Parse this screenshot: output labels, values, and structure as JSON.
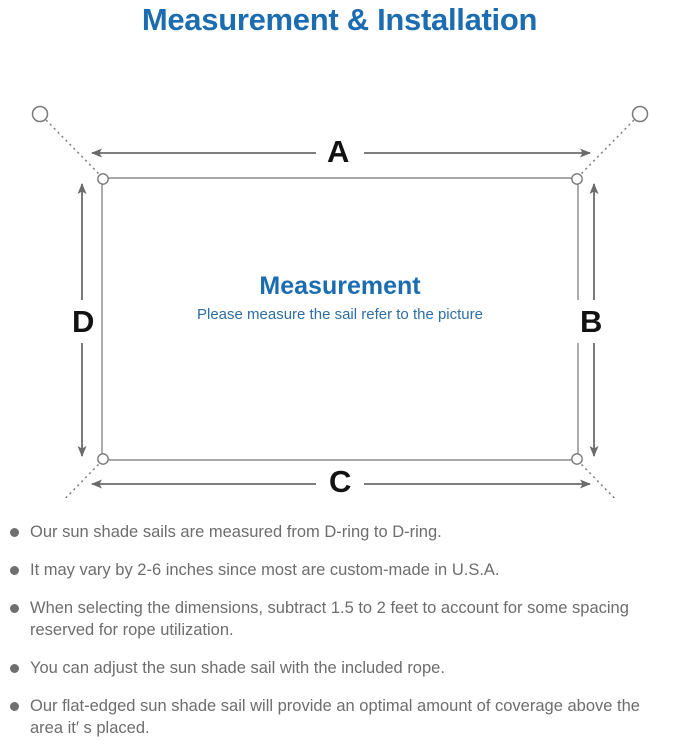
{
  "header": {
    "title": "Measurement & Installation",
    "title_color": "#1b6cb0"
  },
  "diagram": {
    "center": {
      "title": "Measurement",
      "subtitle": "Please measure the sail refer to the picture",
      "title_color": "#1b6cb0",
      "subtitle_color": "#2e6ea6"
    },
    "dimensions": {
      "top": "A",
      "right": "B",
      "bottom": "C",
      "left": "D"
    },
    "line_color": "#6b6b6b",
    "sail_border_color": "#8a8a8a",
    "anchor_ring_count": 4,
    "d_ring_count": 4,
    "rope_style": "dotted"
  },
  "notes": {
    "items": [
      "Our sun shade sails are measured from D-ring to D-ring.",
      "It may vary by 2-6 inches since most are custom-made in U.S.A.",
      "When selecting the dimensions, subtract 1.5 to 2 feet to account for some spacing reserved for rope utilization.",
      "You can adjust the sun shade sail with the included rope.",
      "Our flat-edged sun shade sail will provide an optimal amount of coverage above the area it′ s placed."
    ],
    "bullet_color": "#6f6f6f",
    "text_color": "#6d6d6d"
  }
}
